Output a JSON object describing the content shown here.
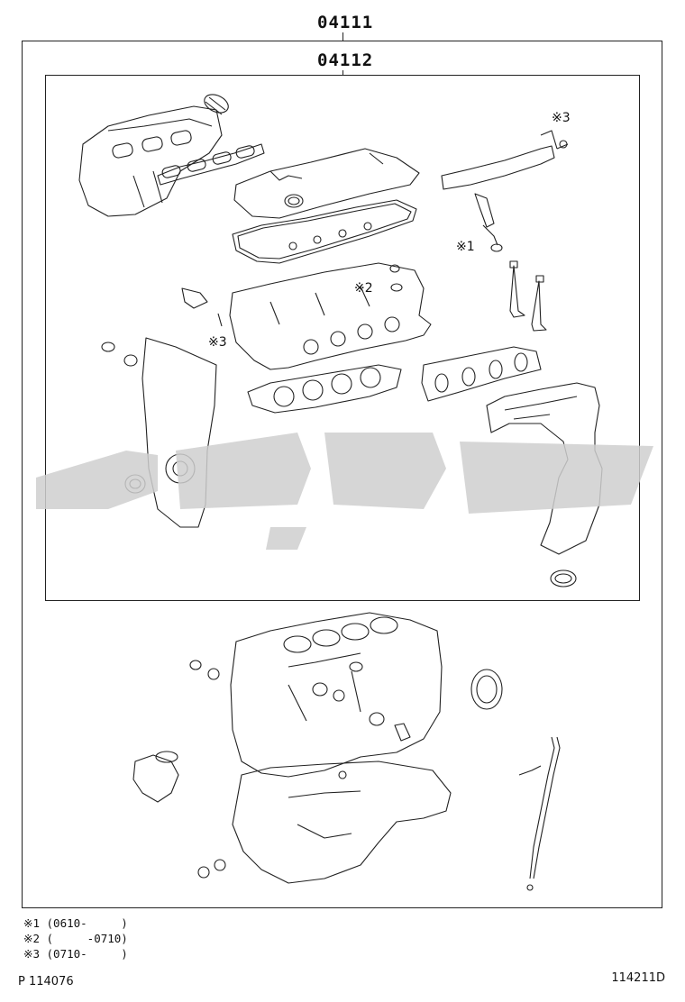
{
  "diagram": {
    "assembly_code": "04111",
    "subassembly_code": "04112",
    "callouts": [
      "※3",
      "※1",
      "※2",
      "※3"
    ],
    "notes": [
      "※1 (0610-     )",
      "※2 (     -0710)",
      "※3 (0710-     )"
    ],
    "illustration_id": "P 114076",
    "revision_code": "114211D",
    "watermark_text": "تویوپارت"
  },
  "colors": {
    "line": "#222222",
    "watermark": "#cfcfcf"
  }
}
